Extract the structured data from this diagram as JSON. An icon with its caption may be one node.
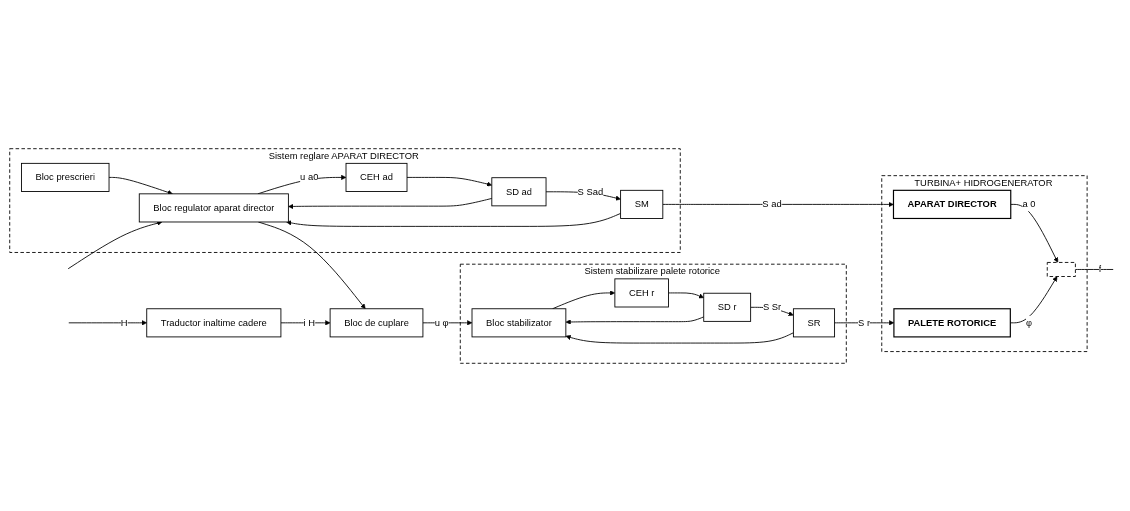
{
  "diagram": {
    "nodes": [
      {
        "text": [
          "Sistem reglare APARAT DIRECTOR"
        ]
      },
      {
        "text": [
          "Bloc prescrieri"
        ],
        "in": 0
      },
      {
        "text": [
          "Bloc regulator aparat director"
        ],
        "in": 0
      },
      {
        "text": [
          "CEH ad"
        ],
        "in": 0
      },
      {
        "text": [
          "SD ad"
        ],
        "in": 0
      },
      {
        "text": [
          "SM"
        ],
        "in": 0
      },
      {
        "text": [
          "TURBINA+ HIDROGENERATOR"
        ]
      },
      {
        "text": [
          "APARAT DIRECTOR"
        ],
        "in": 6
      },
      {
        "text": [
          "Sistem stabilizare palete rotorice"
        ]
      },
      {
        "text": [
          "Traductor inaltime cadere"
        ]
      },
      {
        "text": [
          "Bloc de cuplare"
        ]
      },
      {
        "text": [
          "Bloc stabilizator"
        ],
        "in": 8
      },
      {
        "text": [
          "CEH r"
        ],
        "in": 8
      },
      {
        "text": [
          "SD r"
        ],
        "in": 8
      },
      {
        "text": [
          "SR"
        ],
        "in": 8
      },
      {
        "text": [
          "PALETE ROTORICE"
        ],
        "in": 6
      },
      {
        "text": [],
        "shape": "box",
        "in": 6
      }
    ],
    "edges": [
      {
        "from": 1,
        "to": 2,
        "arrow": "to"
      },
      {
        "from": 2,
        "to": 3,
        "arrow": "to",
        "label": "u a0"
      },
      {
        "from": 3,
        "to": 4,
        "arrow": "to"
      },
      {
        "from": 4,
        "to": 5,
        "arrow": "to",
        "label": "S Sad"
      },
      {
        "from": 5,
        "to": 7,
        "arrow": "to",
        "label": "S ad"
      },
      {
        "from": 5,
        "to": 2,
        "arrow": "to"
      },
      {
        "from": 4,
        "to": 2,
        "arrow": "to"
      },
      {
        "from": null,
        "to": 2,
        "arrow": "to"
      },
      {
        "from": 2,
        "to": 10,
        "arrow": "to"
      },
      {
        "from": null,
        "to": 9,
        "arrow": "to",
        "label": "H"
      },
      {
        "from": 9,
        "to": 10,
        "arrow": "to",
        "label": "i H"
      },
      {
        "from": 10,
        "to": 11,
        "arrow": "to",
        "label": "u φ"
      },
      {
        "from": 11,
        "to": 12,
        "arrow": "to"
      },
      {
        "from": 12,
        "to": 13,
        "arrow": "to"
      },
      {
        "from": 13,
        "to": 14,
        "arrow": "to",
        "label": "S Sr"
      },
      {
        "from": 14,
        "to": 15,
        "arrow": "to",
        "label": "S r"
      },
      {
        "from": 13,
        "to": 11,
        "arrow": "to"
      },
      {
        "from": 14,
        "to": 11,
        "arrow": "to"
      },
      {
        "from": 7,
        "to": 16,
        "arrow": "to",
        "label": "a 0"
      },
      {
        "from": 15,
        "to": 16,
        "arrow": "to",
        "label": "φ"
      },
      {
        "from": 16,
        "to": null,
        "arrow": "none",
        "label": "f"
      }
    ]
  }
}
